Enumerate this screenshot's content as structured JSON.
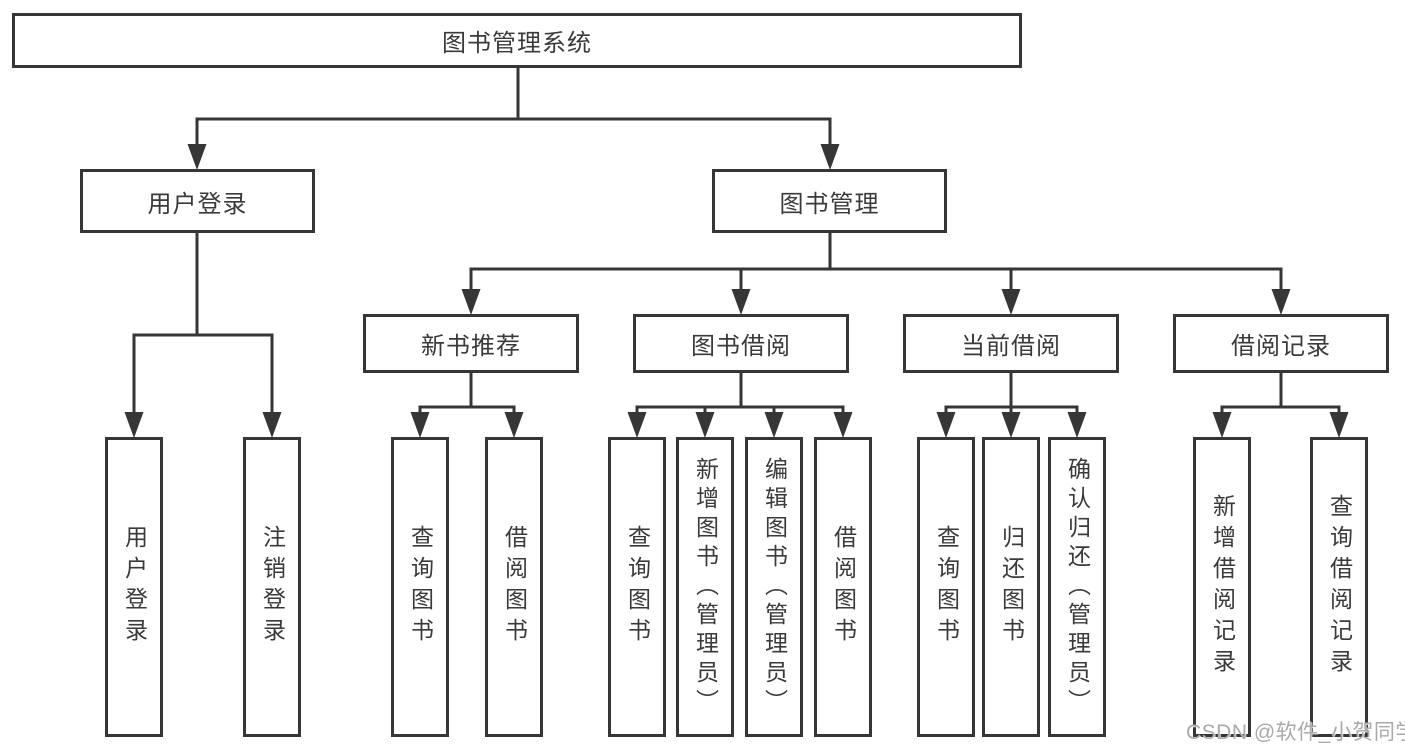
{
  "title": "图书管理系统",
  "watermark": "CSDN @软件_小贺同学",
  "colors": {
    "line": "#363636",
    "text": "#3a3a3a",
    "background": "#ffffff",
    "watermark": "#aaaaaa"
  },
  "nodes": {
    "root": "图书管理系统",
    "userLogin": "用户登录",
    "bookMgmt": "图书管理",
    "newBook": "新书推荐",
    "bookBorrow": "图书借阅",
    "currentBorrow": "当前借阅",
    "borrowRecord": "借阅记录",
    "ulUserLogin": "用户登录",
    "ulLogout": "注销登录",
    "nbQueryBook": "查询图书",
    "nbBorrowBook": "借阅图书",
    "bbQueryBook": "查询图书",
    "bbAddBook": "新增图书（管理员）",
    "bbEditBook": "编辑图书（管理员）",
    "bbBorrowBook": "借阅图书",
    "cbQueryBook": "查询图书",
    "cbReturnBook": "归还图书",
    "cbConfirmReturn": "确认归还（管理员）",
    "brAddRecord": "新增借阅记录",
    "brQueryRecord": "查询借阅记录"
  },
  "structure": {
    "root": [
      "userLogin",
      "bookMgmt"
    ],
    "userLogin": [
      "ulUserLogin",
      "ulLogout"
    ],
    "bookMgmt": [
      "newBook",
      "bookBorrow",
      "currentBorrow",
      "borrowRecord"
    ],
    "newBook": [
      "nbQueryBook",
      "nbBorrowBook"
    ],
    "bookBorrow": [
      "bbQueryBook",
      "bbAddBook",
      "bbEditBook",
      "bbBorrowBook"
    ],
    "currentBorrow": [
      "cbQueryBook",
      "cbReturnBook",
      "cbConfirmReturn"
    ],
    "borrowRecord": [
      "brAddRecord",
      "brQueryRecord"
    ]
  }
}
